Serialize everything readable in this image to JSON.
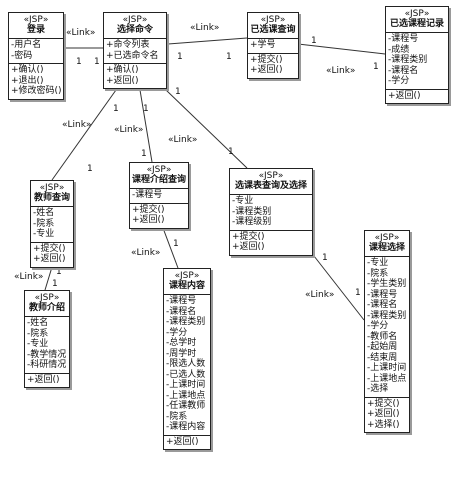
{
  "classes": {
    "login": {
      "stereotype": "«JSP»",
      "name": "登录",
      "attributes": [
        "-用户名",
        "-密码"
      ],
      "operations": [
        "+确认()",
        "+退出()",
        "+修改密码()"
      ]
    },
    "select_cmd": {
      "stereotype": "«JSP»",
      "name": "选择命令",
      "attributes": [
        "+命令列表",
        "+已选命令名"
      ],
      "operations": [
        "+确认()",
        "+返回()"
      ]
    },
    "selected_query": {
      "stereotype": "«JSP»",
      "name": "已选课查询",
      "attributes": [
        "+学号"
      ],
      "operations": [
        "+提交()",
        "+返回()"
      ]
    },
    "selected_record": {
      "stereotype": "«JSP»",
      "name": "已选课程记录",
      "attributes": [
        "-课程号",
        "-成绩",
        "-课程类别",
        "-课程名",
        "-学分"
      ],
      "operations": [
        "+返回()"
      ]
    },
    "teacher_query": {
      "stereotype": "«JSP»",
      "name": "教师查询",
      "attributes": [
        "-姓名",
        "-院系",
        "-专业"
      ],
      "operations": [
        "+提交()",
        "+返回()"
      ]
    },
    "course_intro_query": {
      "stereotype": "«JSP»",
      "name": "课程介绍查询",
      "attributes": [
        "-课程号"
      ],
      "operations": [
        "+提交()",
        "+返回()"
      ]
    },
    "course_table_query": {
      "stereotype": "«JSP»",
      "name": "选课表查询及选择",
      "attributes": [
        "-专业",
        "-课程类别",
        "-课程级别"
      ],
      "operations": [
        "+提交()",
        "+返回()"
      ]
    },
    "teacher_intro": {
      "stereotype": "«JSP»",
      "name": "教师介绍",
      "attributes": [
        "-姓名",
        "-院系",
        "-专业",
        "-教学情况",
        "-科研情况"
      ],
      "operations": [
        "+返回()"
      ]
    },
    "course_content": {
      "stereotype": "«JSP»",
      "name": "课程内容",
      "attributes": [
        "-课程号",
        "-课程名",
        "-课程类别",
        "-学分",
        "-总学时",
        "-周学时",
        "-限选人数",
        "-已选人数",
        "-上课时间",
        "-上课地点",
        "-任课教师",
        "-院系",
        "-课程内容"
      ],
      "operations": [
        "+返回()"
      ]
    },
    "course_select": {
      "stereotype": "«JSP»",
      "name": "课程选择",
      "attributes": [
        "-专业",
        "-院系",
        "-学生类别",
        "-课程号",
        "-课程名",
        "-课程类别",
        "-学分",
        "-教师名",
        "-起始周",
        "-结束周",
        "-上课时间",
        "-上课地点",
        "-选择"
      ],
      "operations": [
        "+提交()",
        "+返回()",
        "+选择()"
      ]
    }
  },
  "links": {
    "stereotype": "«Link»",
    "multiplicity": "1"
  }
}
